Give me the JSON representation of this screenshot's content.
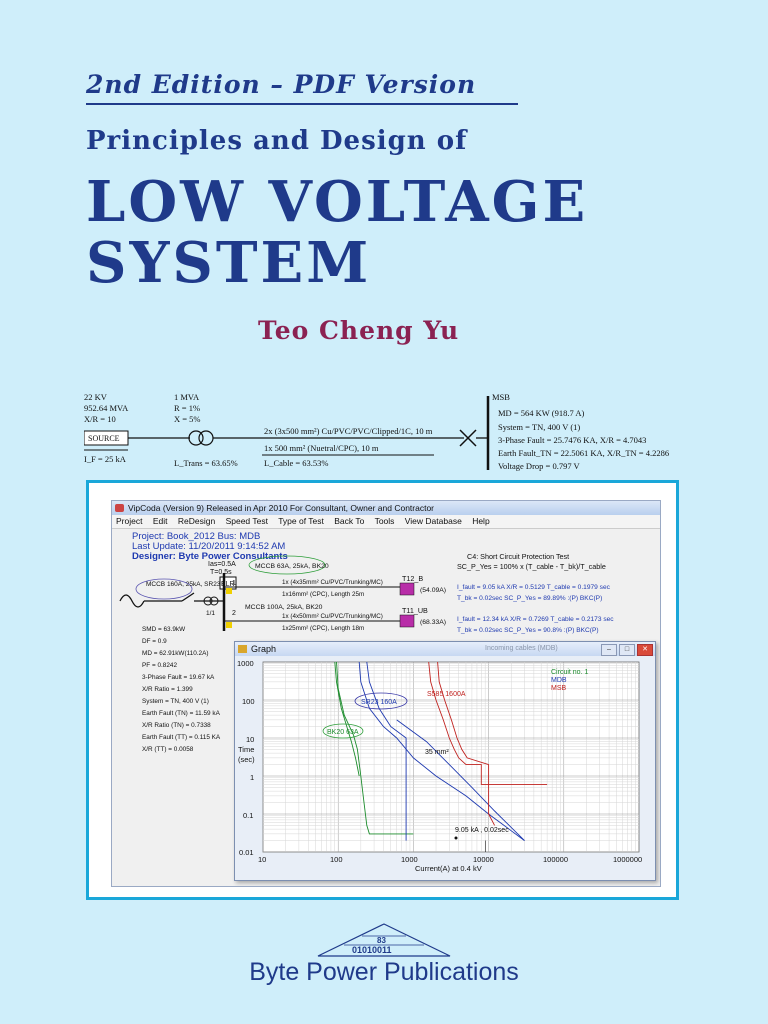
{
  "cover": {
    "edition": "2nd Edition – PDF Version",
    "subtitle": "Principles and Design of",
    "title_line1": "LOW VOLTAGE",
    "title_line2": "SYSTEM",
    "author": "Teo Cheng Yu",
    "publisher": "Byte Power Publications",
    "logo_top": "83",
    "logo_bottom": "01010011",
    "colors": {
      "background": "#cfeefa",
      "title": "#1f3a8a",
      "author": "#8b2252",
      "frame": "#1aa7d9"
    }
  },
  "sld": {
    "source": {
      "kv": "22 KV",
      "mva": "952.64 MVA",
      "xr": "X/R = 10",
      "label": "SOURCE",
      "fault": "I_F = 25 kA"
    },
    "transformer": {
      "mva": "1 MVA",
      "r": "R = 1%",
      "x": "X = 5%",
      "trans": "L_Trans = 63.65%"
    },
    "cable": {
      "line1": "2x (3x500 mm²) Cu/PVC/PVC/Clipped/1C, 10 m",
      "line2": "1x 500 mm² (Nuetral/CPC), 10 m",
      "pct": "L_Cable = 63.53%"
    },
    "msb": {
      "name": "MSB",
      "lines": [
        "MD = 564 KW (918.7 A)",
        "System = TN, 400 V (1)",
        "3-Phase Fault = 25.7476 KA,   X/R = 4.7043",
        "Earth Fault_TN = 22.5061 KA,   X/R_TN = 4.2286",
        "Voltage Drop = 0.797 V"
      ]
    }
  },
  "screenshot": {
    "window_title": "VipCoda (Version 9) Released in Apr 2010 For Consultant, Owner and Contractor",
    "menu": [
      "Project",
      "Edit",
      "ReDesign",
      "Speed Test",
      "Type of Test",
      "Back To",
      "Tools",
      "View Database",
      "Help"
    ],
    "project": "Project:  Book_2012     Bus:  MDB",
    "last_update": "Last Update:  11/20/2011 9:14:52 AM",
    "designer": "Designer:  Byte Power Consultants",
    "test_title": "C4: Short Circuit Protection Test",
    "test_formula": "SC_P_Yes = 100% x (T_cable - T_bk)/T_cable",
    "ias": "Ias=0.5A",
    "t": "T=0.5s",
    "elr": "ELR",
    "main_breaker": "MCCB 160A, 25kA, SR23",
    "ratio": "1/1",
    "circuit1": {
      "num": "1",
      "breaker": "MCCB 63A, 25kA, BK20",
      "cable1": "1x (4x35mm² Cu/PVC/Trunking/MC)",
      "cable2": "1x16mm² (CPC), Length 25m",
      "load": "T12_B",
      "amps": "(54.09A)"
    },
    "circuit2": {
      "num": "2",
      "breaker": "MCCB 100A, 25kA, BK20",
      "cable1": "1x (4x50mm² Cu/PVC/Trunking/MC)",
      "cable2": "1x25mm² (CPC), Length 18m",
      "load": "T11_UB",
      "amps": "(68.33A)"
    },
    "result1": {
      "line1": "I_fault = 9.05 kA   X/R = 0.5129   T_cable = 0.1979 sec",
      "line2": "T_bk = 0.02sec   SC_P_Yes = 89.89% :(P)   BKC(P)"
    },
    "result2": {
      "line1": "I_fault = 12.34 kA   X/R = 0.7269   T_cable = 0.2173 sec",
      "line2": "T_bk = 0.02sec   SC_P_Yes = 90.8% :(P)   BKC(P)"
    },
    "stats": [
      "SMD = 63.9kW",
      "DF = 0.9",
      "MD = 62.91kW(110.2A)",
      "PF = 0.8242",
      "3-Phase Fault = 19.67 kA",
      "X/R Ratio = 1.399",
      "System = TN, 400 V (1)",
      "Earth Fault (TN) = 11.59 kA",
      "X/R Ratio (TN) = 0.7338",
      "Earth Fault (TT) = 0.115 KA",
      "X/R (TT) = 0.0058"
    ],
    "graph": {
      "title": "Graph",
      "faded_label": "Incoming cables (MDB)",
      "curve_labels": {
        "s585": "S585 1600A",
        "sr23": "SR23 160A",
        "bk20": "BK20 63A",
        "cable": "35 mm²",
        "fault": "9.05 kA , 0.02sec"
      },
      "legend": [
        "Circuit no. 1",
        "MDB",
        "MSB"
      ],
      "legend_colors": [
        "#1c8c2c",
        "#1f3ab0",
        "#c0221f"
      ],
      "yaxis_title": [
        "Time",
        "(sec)"
      ],
      "xaxis_title": "Current(A) at 0.4 kV",
      "y_ticks": [
        "1000",
        "100",
        "10",
        "1",
        "0.1",
        "0.01"
      ],
      "x_ticks": [
        "10",
        "100",
        "1000",
        "10000",
        "100000",
        "1000000"
      ]
    }
  }
}
